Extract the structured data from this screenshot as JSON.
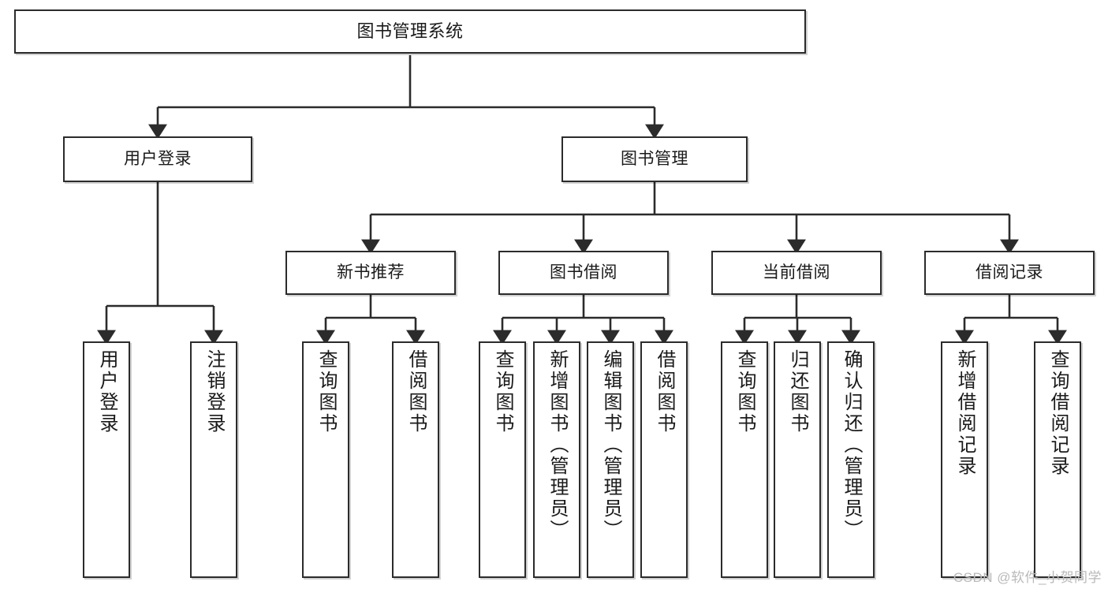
{
  "diagram": {
    "title": "图书管理系统",
    "type": "tree",
    "root": {
      "label": "图书管理系统"
    },
    "level1": [
      {
        "label": "用户登录"
      },
      {
        "label": "图书管理"
      }
    ],
    "level2": [
      {
        "label": "新书推荐"
      },
      {
        "label": "图书借阅"
      },
      {
        "label": "当前借阅"
      },
      {
        "label": "借阅记录"
      }
    ],
    "leaves": {
      "user_login": [
        {
          "label": "用户登录"
        },
        {
          "label": "注销登录"
        }
      ],
      "new_book_recommend": [
        {
          "label": "查询图书"
        },
        {
          "label": "借阅图书"
        }
      ],
      "book_borrow": [
        {
          "label": "查询图书"
        },
        {
          "label": "新增图书（管理员）"
        },
        {
          "label": "编辑图书（管理员）"
        },
        {
          "label": "借阅图书"
        }
      ],
      "current_borrow": [
        {
          "label": "查询图书"
        },
        {
          "label": "归还图书"
        },
        {
          "label": "确认归还（管理员）"
        }
      ],
      "borrow_record": [
        {
          "label": "新增借阅记录"
        },
        {
          "label": "查询借阅记录"
        }
      ]
    }
  },
  "watermark": {
    "text": "CSDN @软件_小贺同学"
  },
  "colors": {
    "stroke": "#2b2b2b",
    "box_fill": "#ffffff",
    "text": "#1a1a1a",
    "watermark": "#b9b9b9"
  }
}
